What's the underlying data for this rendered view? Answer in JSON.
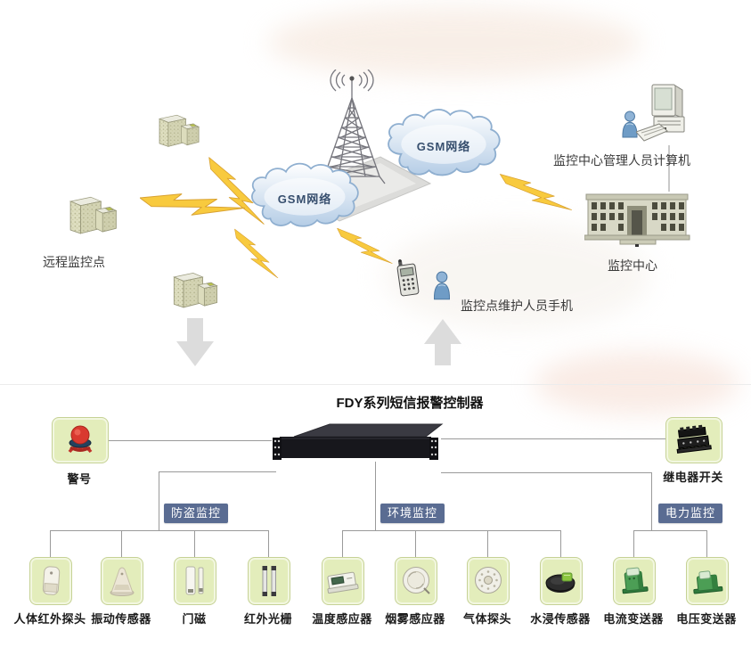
{
  "top": {
    "clouds": [
      {
        "label": "GSM网络"
      },
      {
        "label": "GSM网络"
      }
    ],
    "remote_site_label": "远程监控点",
    "admin_computer_label": "监控中心管理人员计算机",
    "center_label": "监控中心",
    "maintainer_phone_label": "监控点维护人员手机"
  },
  "controller": {
    "title": "FDY系列短信报警控制器"
  },
  "peripherals": {
    "alarm_label": "警号",
    "relay_label": "继电器开关"
  },
  "groups": [
    {
      "label": "防盗监控"
    },
    {
      "label": "环境监控"
    },
    {
      "label": "电力监控"
    }
  ],
  "devices": [
    {
      "label": "人体红外探头",
      "icon": "pir-detector-icon"
    },
    {
      "label": "振动传感器",
      "icon": "vibration-sensor-icon"
    },
    {
      "label": "门磁",
      "icon": "door-contact-icon"
    },
    {
      "label": "红外光栅",
      "icon": "infrared-grating-icon"
    },
    {
      "label": "温度感应器",
      "icon": "temperature-sensor-icon"
    },
    {
      "label": "烟雾感应器",
      "icon": "smoke-sensor-icon"
    },
    {
      "label": "气体探头",
      "icon": "gas-detector-icon"
    },
    {
      "label": "水浸传感器",
      "icon": "water-leak-sensor-icon"
    },
    {
      "label": "电流变送器",
      "icon": "current-transmitter-icon"
    },
    {
      "label": "电压变送器",
      "icon": "voltage-transmitter-icon"
    }
  ],
  "colors": {
    "device_box_green": "#e3edbb",
    "device_box_border": "#c6d295",
    "group_badge_blue": "#5a6c92",
    "cloud_fill": "#c9dbee",
    "cloud_border": "#8fafd0",
    "lightning_yellow": "#f8ca3e",
    "connector_gray": "#9a9a9a",
    "arrow_gray": "#dcdcdc"
  }
}
